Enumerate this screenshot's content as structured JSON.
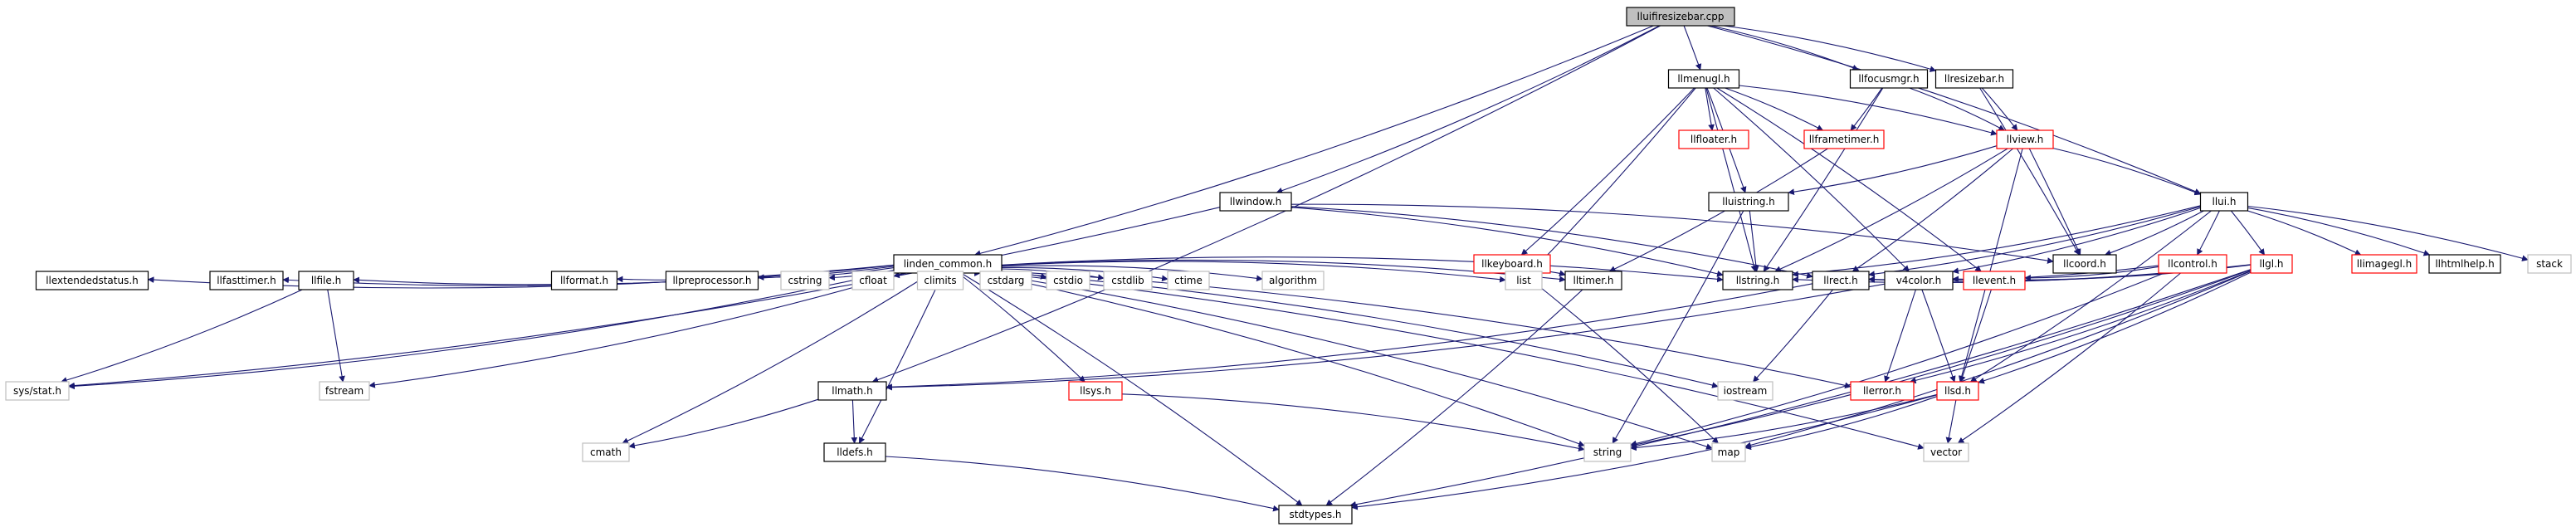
{
  "colors": {
    "edge": "#191970",
    "documented_border": "#000000",
    "undocumented_border": "#bfbfbf",
    "truncated_border": "#ff0000",
    "root_fill": "#bfbfbf",
    "node_fill": "#ffffff"
  },
  "nodes": [
    {
      "id": "root",
      "label": "lluifiresizebar.cpp",
      "kind": "root"
    },
    {
      "id": "llmenugl",
      "label": "llmenugl.h",
      "kind": "documented"
    },
    {
      "id": "llfocusmgr",
      "label": "llfocusmgr.h",
      "kind": "documented"
    },
    {
      "id": "llresizebar",
      "label": "llresizebar.h",
      "kind": "documented"
    },
    {
      "id": "llfloater",
      "label": "llfloater.h",
      "kind": "truncated"
    },
    {
      "id": "llframetimer",
      "label": "llframetimer.h",
      "kind": "truncated"
    },
    {
      "id": "llview",
      "label": "llview.h",
      "kind": "truncated"
    },
    {
      "id": "llui",
      "label": "llui.h",
      "kind": "documented"
    },
    {
      "id": "llwindow",
      "label": "llwindow.h",
      "kind": "documented"
    },
    {
      "id": "lluistring",
      "label": "lluistring.h",
      "kind": "documented"
    },
    {
      "id": "llkeyboard",
      "label": "llkeyboard.h",
      "kind": "truncated"
    },
    {
      "id": "llcoord",
      "label": "llcoord.h",
      "kind": "documented"
    },
    {
      "id": "llcontrol",
      "label": "llcontrol.h",
      "kind": "truncated"
    },
    {
      "id": "llgl",
      "label": "llgl.h",
      "kind": "truncated"
    },
    {
      "id": "llimagegl",
      "label": "llimagegl.h",
      "kind": "truncated"
    },
    {
      "id": "llhtmlhelp",
      "label": "llhtmlhelp.h",
      "kind": "documented"
    },
    {
      "id": "stack",
      "label": "stack",
      "kind": "undocumented"
    },
    {
      "id": "linden_common",
      "label": "linden_common.h",
      "kind": "documented"
    },
    {
      "id": "llextendedstatus",
      "label": "llextendedstatus.h",
      "kind": "documented"
    },
    {
      "id": "llfasttimer",
      "label": "llfasttimer.h",
      "kind": "documented"
    },
    {
      "id": "llfile",
      "label": "llfile.h",
      "kind": "documented"
    },
    {
      "id": "llformat",
      "label": "llformat.h",
      "kind": "documented"
    },
    {
      "id": "llpreprocessor",
      "label": "llpreprocessor.h",
      "kind": "documented"
    },
    {
      "id": "cstring",
      "label": "cstring",
      "kind": "undocumented"
    },
    {
      "id": "cfloat",
      "label": "cfloat",
      "kind": "undocumented"
    },
    {
      "id": "climits",
      "label": "climits",
      "kind": "undocumented"
    },
    {
      "id": "cstdarg",
      "label": "cstdarg",
      "kind": "undocumented"
    },
    {
      "id": "cstdio",
      "label": "cstdio",
      "kind": "undocumented"
    },
    {
      "id": "cstdlib",
      "label": "cstdlib",
      "kind": "undocumented"
    },
    {
      "id": "ctime",
      "label": "ctime",
      "kind": "undocumented"
    },
    {
      "id": "algorithm",
      "label": "algorithm",
      "kind": "undocumented"
    },
    {
      "id": "list",
      "label": "list",
      "kind": "undocumented"
    },
    {
      "id": "lltimer",
      "label": "lltimer.h",
      "kind": "documented"
    },
    {
      "id": "llstring",
      "label": "llstring.h",
      "kind": "documented"
    },
    {
      "id": "llrect",
      "label": "llrect.h",
      "kind": "documented"
    },
    {
      "id": "v4color",
      "label": "v4color.h",
      "kind": "documented"
    },
    {
      "id": "llevent",
      "label": "llevent.h",
      "kind": "truncated"
    },
    {
      "id": "sysstat",
      "label": "sys/stat.h",
      "kind": "undocumented"
    },
    {
      "id": "fstream",
      "label": "fstream",
      "kind": "undocumented"
    },
    {
      "id": "llmath",
      "label": "llmath.h",
      "kind": "documented"
    },
    {
      "id": "llsys",
      "label": "llsys.h",
      "kind": "truncated"
    },
    {
      "id": "iostream",
      "label": "iostream",
      "kind": "undocumented"
    },
    {
      "id": "llerror",
      "label": "llerror.h",
      "kind": "truncated"
    },
    {
      "id": "llsd",
      "label": "llsd.h",
      "kind": "truncated"
    },
    {
      "id": "cmath",
      "label": "cmath",
      "kind": "undocumented"
    },
    {
      "id": "lldefs",
      "label": "lldefs.h",
      "kind": "documented"
    },
    {
      "id": "string",
      "label": "string",
      "kind": "undocumented"
    },
    {
      "id": "map",
      "label": "map",
      "kind": "undocumented"
    },
    {
      "id": "vector",
      "label": "vector",
      "kind": "undocumented"
    },
    {
      "id": "stdtypes",
      "label": "stdtypes.h",
      "kind": "documented"
    }
  ]
}
